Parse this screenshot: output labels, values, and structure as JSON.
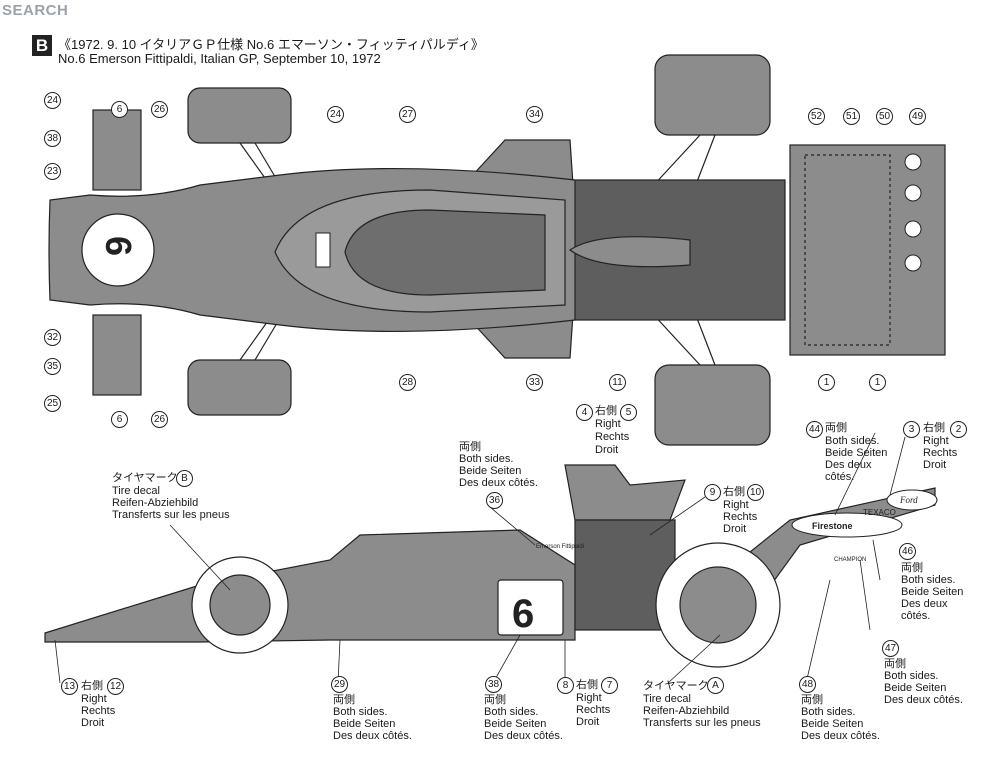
{
  "header": {
    "watermark": "SEARCH",
    "badge": "B",
    "title_jp": "《1972. 9. 10 イタリアＧＰ仕様 No.6 エマーソン・フィッティパルディ》",
    "title_en": "No.6 Emerson Fittipaldi, Italian GP, September 10, 1972"
  },
  "car": {
    "number": "6",
    "body_color": "#8c8c8c",
    "texaco": "TEXACO",
    "firestone": "Firestone",
    "ford": "Ford",
    "champion": "CHAMPION"
  },
  "top_numbers": [
    "6",
    "24",
    "26",
    "38",
    "23",
    "32",
    "35",
    "25",
    "6",
    "26",
    "24",
    "27",
    "34",
    "28",
    "33",
    "11",
    "52",
    "51",
    "50",
    "49",
    "1",
    "1"
  ],
  "side": {
    "tire_decal_b": {
      "title": "タイヤマーク",
      "key": "B",
      "lines": [
        "Tire decal",
        "Reifen-Abziehbild",
        "Transferts sur les pneus"
      ]
    },
    "tire_decal_a": {
      "title": "タイヤマーク",
      "key": "A",
      "lines": [
        "Tire decal",
        "Reifen-Abziehbild",
        "Transferts sur les pneus"
      ]
    },
    "both_sides_jp": "両側",
    "both_lines": [
      "Both sides.",
      "Beide Seiten",
      "Des deux côtés."
    ],
    "right_jp": "右側",
    "right_lines": [
      "Right",
      "Rechts",
      "Droit"
    ],
    "n4": "4",
    "n5": "5",
    "n36": "36",
    "n9": "9",
    "n10": "10",
    "n44": "44",
    "n3": "3",
    "n2": "2",
    "n46": "46",
    "n47": "47",
    "n48": "48",
    "n13": "13",
    "n12": "12",
    "n29": "29",
    "n38": "38",
    "n8": "8",
    "n7": "7",
    "driver_name": "Emerson Fittipaldi"
  }
}
